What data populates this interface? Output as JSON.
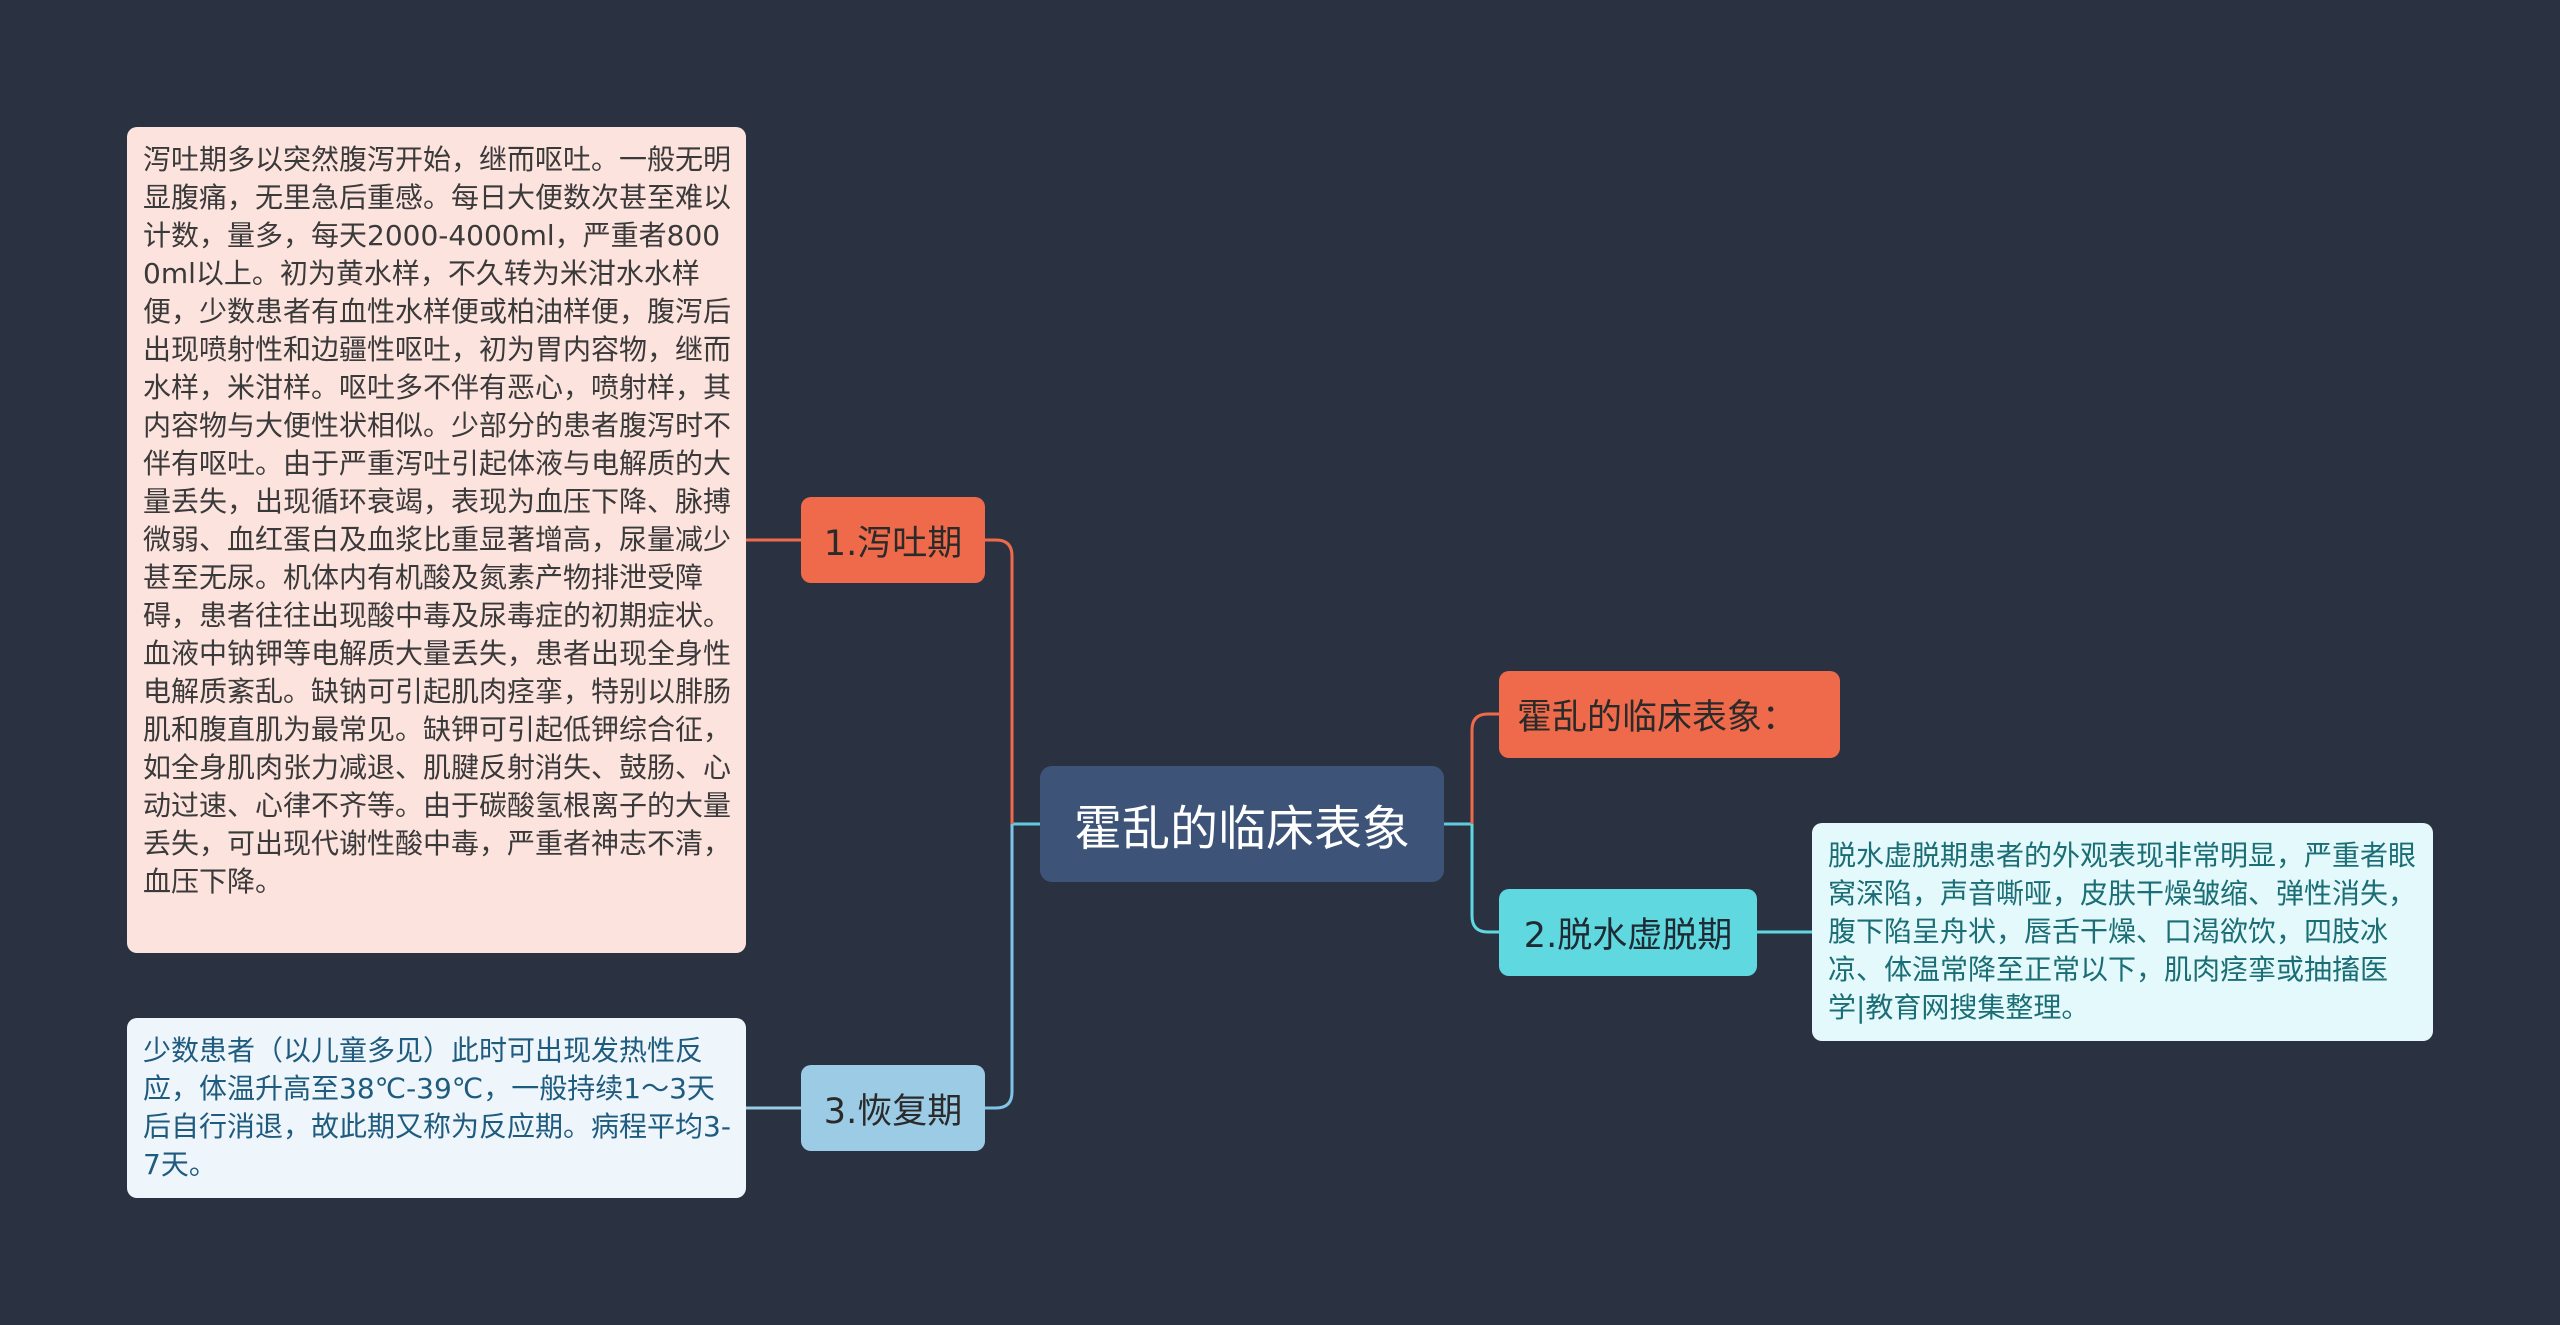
{
  "root": {
    "label": "霍乱的临床表象"
  },
  "branches": {
    "vomit": {
      "label": "1.泻吐期",
      "note": "泻吐期多以突然腹泻开始，继而呕吐。一般无明显腹痛，无里急后重感。每日大便数次甚至难以计数，量多，每天2000-4000ml，严重者8000ml以上。初为黄水样，不久转为米泔水水样便，少数患者有血性水样便或柏油样便，腹泻后出现喷射性和边疆性呕吐，初为胃内容物，继而水样，米泔样。呕吐多不伴有恶心，喷射样，其内容物与大便性状相似。少部分的患者腹泻时不伴有呕吐。由于严重泻吐引起体液与电解质的大量丢失，出现循环衰竭，表现为血压下降、脉搏微弱、血红蛋白及血浆比重显著增高，尿量减少甚至无尿。机体内有机酸及氮素产物排泄受障碍，患者往往出现酸中毒及尿毒症的初期症状。血液中钠钾等电解质大量丢失，患者出现全身性电解质紊乱。缺钠可引起肌肉痉挛，特别以腓肠肌和腹直肌为最常见。缺钾可引起低钾综合征，如全身肌肉张力减退、肌腱反射消失、鼓肠、心动过速、心律不齐等。由于碳酸氢根离子的大量丢失，可出现代谢性酸中毒，严重者神志不清，血压下降。"
    },
    "recovery": {
      "label": "3.恢复期",
      "note": "少数患者（以儿童多见）此时可出现发热性反应，体温升高至38℃-39℃，一般持续1～3天后自行消退，故此期又称为反应期。病程平均3-7天。"
    },
    "intro": {
      "label": "霍乱的临床表象："
    },
    "dehydration": {
      "label": "2.脱水虚脱期",
      "note": "脱水虚脱期患者的外观表现非常明显，严重者眼窝深陷，声音嘶哑，皮肤干燥皱缩、弹性消失，腹下陷呈舟状，唇舌干燥、口渴欲饮，四肢冰凉、体温常降至正常以下，肌肉痉挛或抽搐医学|教育网搜集整理。"
    }
  },
  "colors": {
    "background": "#2a3241",
    "root": "#3d5378",
    "orange": "#ef6a4a",
    "light_blue": "#9ccbe6",
    "cyan": "#5fd8e0"
  }
}
